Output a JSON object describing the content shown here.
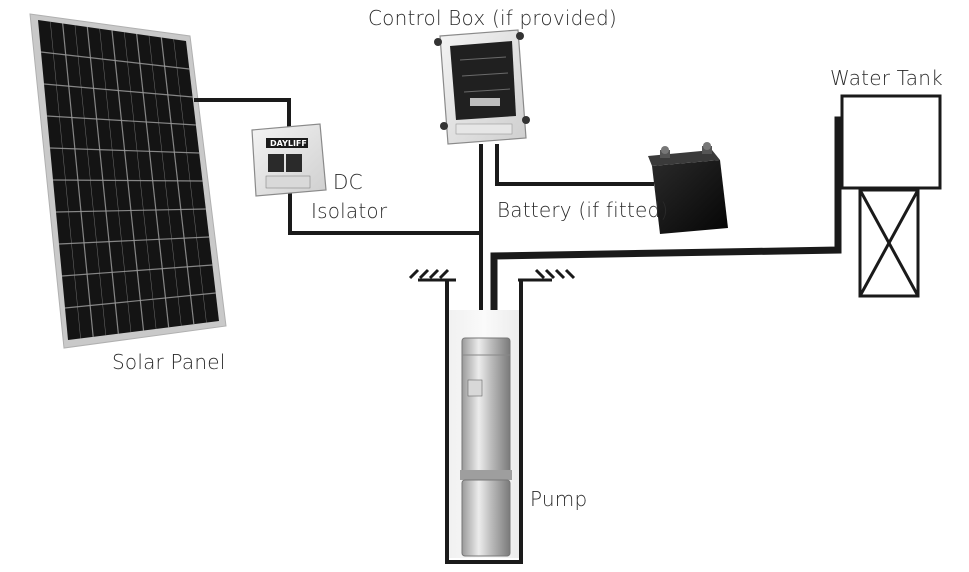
{
  "labels": {
    "control_box": "Control Box (if provided)",
    "water_tank": "Water Tank",
    "dc_line1": "DC",
    "dc_line2": "Isolator",
    "battery": "Battery (if fitted)",
    "solar_panel": "Solar Panel",
    "pump": "Pump"
  },
  "isolator_brand": "DAYLIFF",
  "colors": {
    "wire": "#1a1a1a",
    "panel_cell": "#161616",
    "panel_frame": "#c8c8c8",
    "text": "#2a2a2a"
  }
}
